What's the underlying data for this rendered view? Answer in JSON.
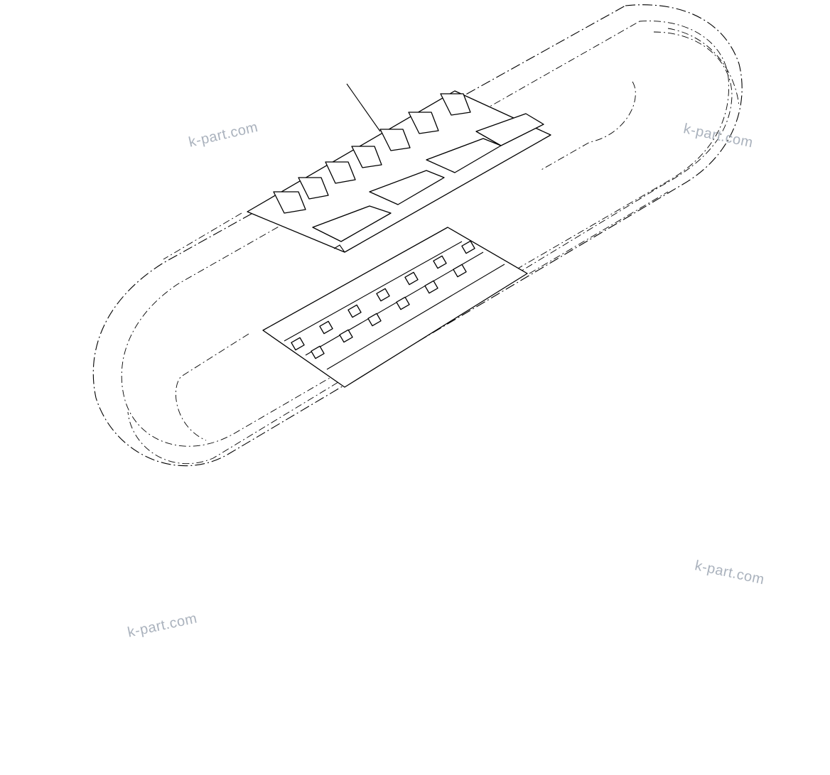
{
  "watermarks": [
    {
      "id": "wm-1",
      "text": "k-part.com"
    },
    {
      "id": "wm-2",
      "text": "k-part.com"
    },
    {
      "id": "wm-3",
      "text": "k-part.com"
    },
    {
      "id": "wm-4",
      "text": "k-part.com"
    }
  ],
  "colors": {
    "line": "#000000",
    "watermark": "#aab2bd",
    "background": "#ffffff"
  }
}
